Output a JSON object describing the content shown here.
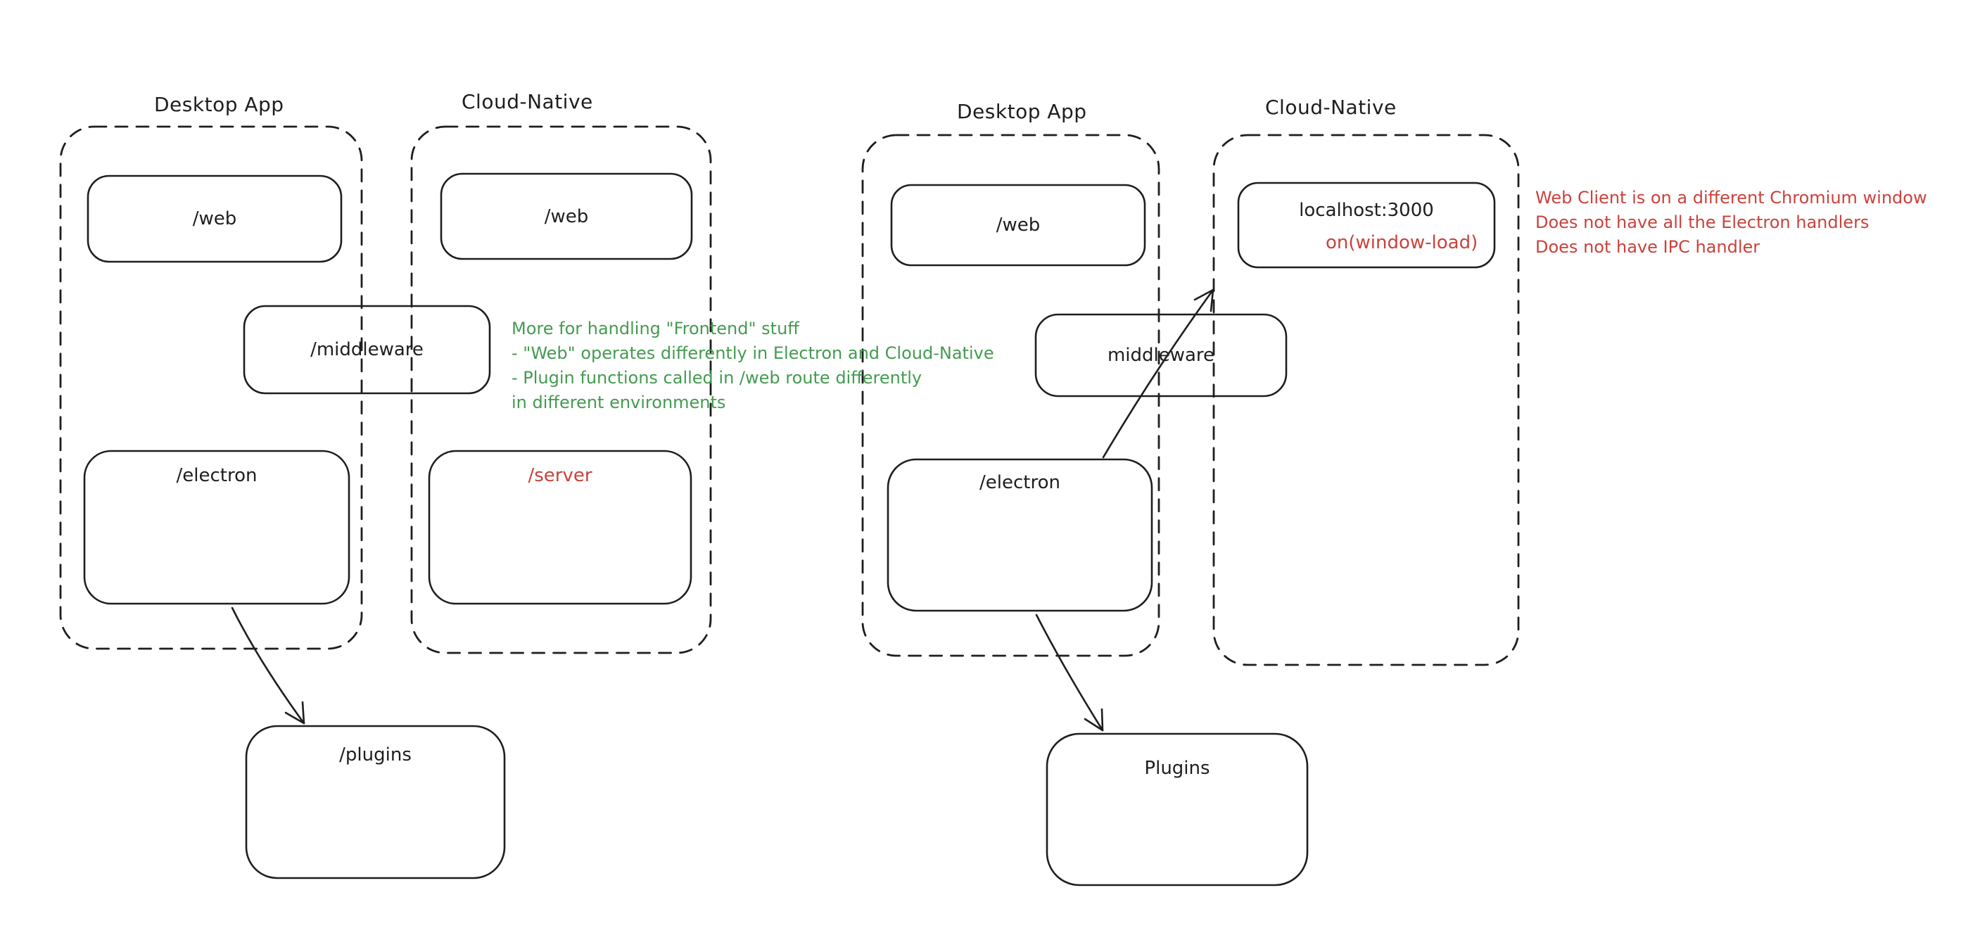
{
  "colors": {
    "stroke": "#1e1e1e",
    "red": "#c9423c",
    "green": "#449b50",
    "background": "#ffffff"
  },
  "groups": [
    {
      "title": "Desktop App"
    },
    {
      "title": "Cloud-Native"
    },
    {
      "title": "Desktop App"
    },
    {
      "title": "Cloud-Native"
    }
  ],
  "boxes": {
    "web_left_desktop": {
      "label": "/web"
    },
    "web_left_cloud": {
      "label": "/web"
    },
    "middleware_left": {
      "label": "/middleware"
    },
    "electron_left": {
      "label": "/electron"
    },
    "server_left": {
      "label": "/server"
    },
    "plugins_left": {
      "label": "/plugins"
    },
    "web_right": {
      "label": "/web"
    },
    "localhost": {
      "label": "localhost:3000",
      "sub_label": "on(window-load)"
    },
    "middleware_right": {
      "label": "middleware"
    },
    "electron_right": {
      "label": "/electron"
    },
    "plugins_right": {
      "label": "Plugins"
    }
  },
  "notes": {
    "green": {
      "lines": [
        "More for handling \"Frontend\" stuff",
        "- \"Web\" operates differently in Electron and Cloud-Native",
        "- Plugin functions called in /web route differently",
        "in different environments"
      ]
    },
    "red": {
      "lines": [
        "Web Client is on a different Chromium window",
        "Does not have all the Electron handlers",
        "Does not have IPC handler"
      ]
    }
  }
}
